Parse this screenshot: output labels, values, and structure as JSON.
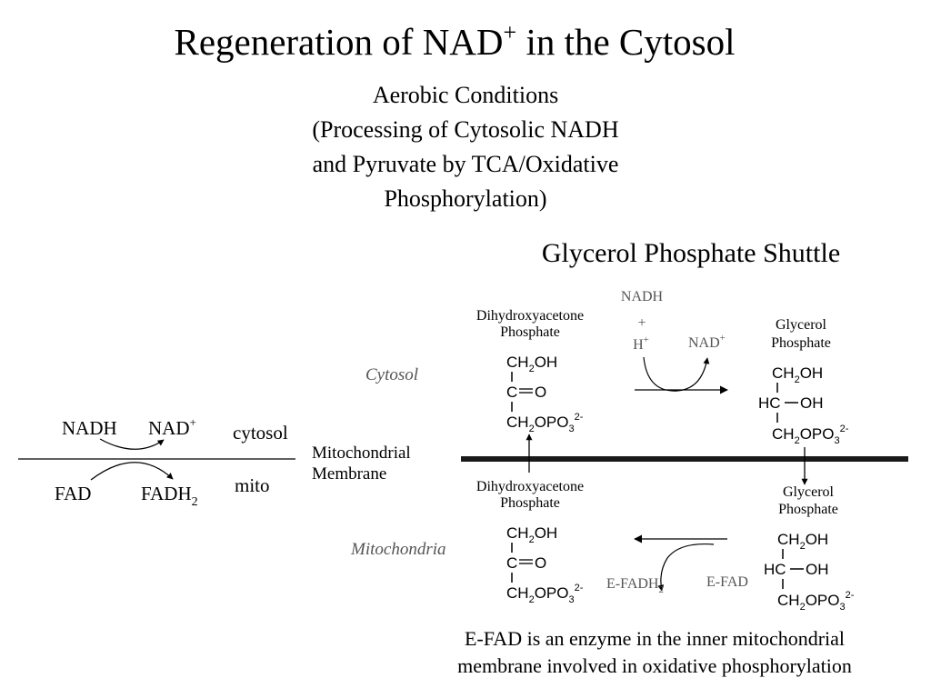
{
  "title": {
    "text": "Regeneration of NAD",
    "sup": "+",
    "suffix": " in the Cytosol"
  },
  "subtitle": [
    "Aerobic Conditions",
    "(Processing of Cytosolic NADH",
    "and Pyruvate by TCA/Oxidative",
    "Phosphorylation)"
  ],
  "shuttle_title": "Glycerol Phosphate Shuttle",
  "left_scheme": {
    "nadh": "NADH",
    "nad_base": "NAD",
    "nad_sup": "+",
    "fad": "FAD",
    "fadh_base": "FADH",
    "fadh_sub": "2",
    "cytosol": "cytosol",
    "mito": "mito"
  },
  "labels": {
    "mito_membrane_1": "Mitochondrial",
    "mito_membrane_2": "Membrane",
    "cytosol": "Cytosol",
    "mitochondria": "Mitochondria"
  },
  "top_reaction": {
    "dhap_1": "Dihydroxyacetone",
    "dhap_2": "Phosphate",
    "nadh": "NADH",
    "plus": "+",
    "h_base": "H",
    "h_sup": "+",
    "nad_base": "NAD",
    "nad_sup": "+",
    "g3p_1": "Glycerol",
    "g3p_2": "Phosphate"
  },
  "bottom_reaction": {
    "dhap_1": "Dihydroxyacetone",
    "dhap_2": "Phosphate",
    "g3p_1": "Glycerol",
    "g3p_2": "Phosphate",
    "efadh_base": "E-FADH",
    "efadh_sub": "2",
    "efad": "E-FAD"
  },
  "structure": {
    "ch2oh_a": "CH",
    "ch2oh_sub": "2",
    "ch2oh_b": "OH",
    "c": "C",
    "o": "O",
    "hc": "HC",
    "oh": "OH",
    "ch2opo3_a": "CH",
    "ch2opo3_sub1": "2",
    "ch2opo3_b": "OPO",
    "ch2opo3_sub2": "3",
    "ch2opo3_sup": "2-"
  },
  "note": [
    "E-FAD is an enzyme in the inner mitochondrial",
    "membrane involved in oxidative phosphorylation"
  ],
  "colors": {
    "text": "#000000",
    "gray_text": "#555555",
    "membrane": "#1a1a1a"
  }
}
